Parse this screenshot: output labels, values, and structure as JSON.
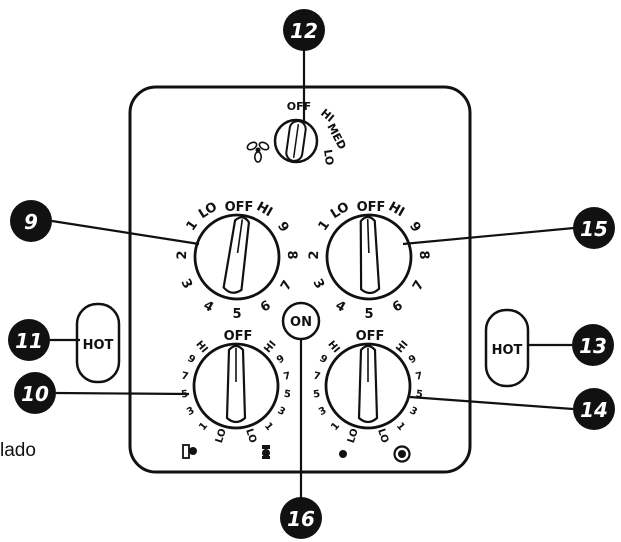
{
  "side_text": "lado",
  "fan_knob": {
    "labels": [
      "OFF",
      "HI",
      "MED",
      "LO"
    ],
    "icon": "fan-icon"
  },
  "burner_upper_left": {
    "top": "OFF",
    "labels": [
      "LO",
      "1",
      "2",
      "3",
      "4",
      "5",
      "6",
      "7",
      "8",
      "9",
      "HI"
    ]
  },
  "burner_upper_right": {
    "top": "OFF",
    "labels": [
      "LO",
      "1",
      "2",
      "3",
      "4",
      "5",
      "6",
      "7",
      "8",
      "9",
      "HI"
    ]
  },
  "burner_lower_left": {
    "top": "OFF",
    "left_labels": [
      "HI",
      "9",
      "7",
      "5",
      "3",
      "1",
      "LO"
    ],
    "right_labels": [
      "HI",
      "9",
      "7",
      "5",
      "3",
      "1",
      "LO"
    ]
  },
  "burner_lower_right": {
    "top": "OFF",
    "left_labels": [
      "HI",
      "9",
      "7",
      "5",
      "3",
      "1",
      "LO"
    ],
    "right_labels": [
      "HI",
      "9",
      "7",
      "5",
      "3",
      "1",
      "LO"
    ]
  },
  "indicators": {
    "hot_left": "HOT",
    "hot_right": "HOT",
    "on": "ON"
  },
  "callouts": {
    "c9": "9",
    "c10": "10",
    "c11": "11",
    "c12": "12",
    "c13": "13",
    "c14": "14",
    "c15": "15",
    "c16": "16"
  }
}
